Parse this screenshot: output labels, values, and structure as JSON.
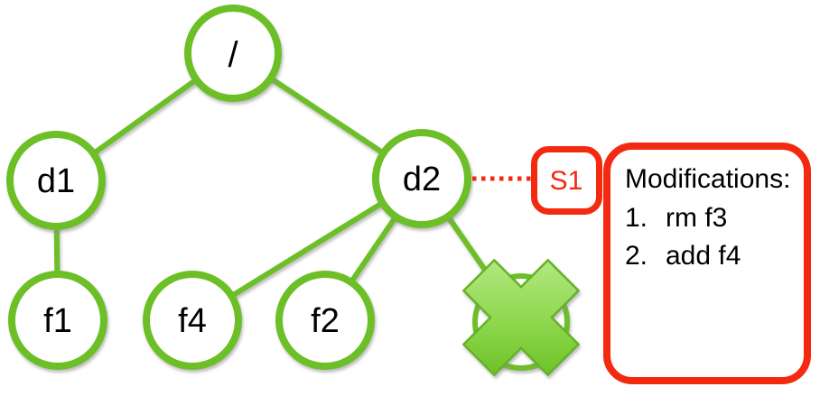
{
  "diagram_type": "filesystem-tree-with-snapshot",
  "colors": {
    "node_green": "#6cbf27",
    "snapshot_red": "#f32a10",
    "label_black": "#000000",
    "x_mark_gradient_top": "#b2e77f",
    "x_mark_gradient_bottom": "#6dc226"
  },
  "nodes": {
    "root": {
      "label": "/"
    },
    "d1": {
      "label": "d1"
    },
    "d2": {
      "label": "d2"
    },
    "f1": {
      "label": "f1"
    },
    "f4": {
      "label": "f4"
    },
    "f2": {
      "label": "f2"
    },
    "deleted": {
      "label": "",
      "icon": "x-mark"
    }
  },
  "tree": {
    "edges": [
      [
        "/",
        "d1"
      ],
      [
        "/",
        "d2"
      ],
      [
        "d1",
        "f1"
      ],
      [
        "d2",
        "f4"
      ],
      [
        "d2",
        "f2"
      ],
      [
        "d2",
        "deleted-node"
      ]
    ]
  },
  "snapshot": {
    "label": "S1",
    "linked_node": "d2",
    "link_style": "red-dotted"
  },
  "modifications": {
    "title": "Modifications:",
    "items": [
      {
        "num": "1.",
        "text": "rm f3"
      },
      {
        "num": "2.",
        "text": "add f4"
      }
    ]
  }
}
